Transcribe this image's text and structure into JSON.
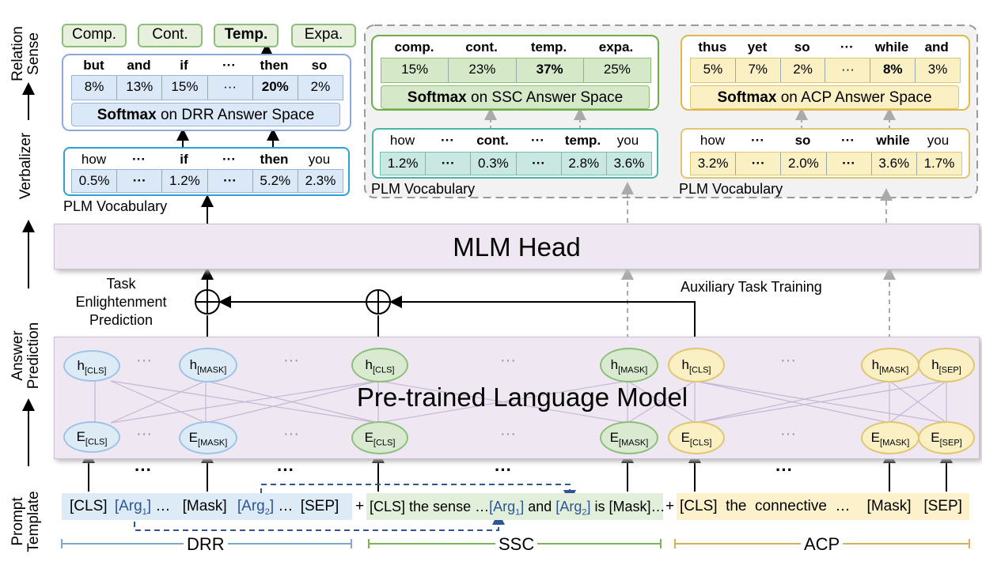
{
  "axis_labels": [
    "Relation Sense",
    "Verbalizer",
    "Answer Prediction",
    "Prompt Template"
  ],
  "relation_senses": [
    "Comp.",
    "Cont.",
    "Temp.",
    "Expa."
  ],
  "drr": {
    "answer_words": [
      "but",
      "and",
      "if",
      "···",
      "then",
      "so"
    ],
    "answer_probs": [
      "8%",
      "13%",
      "15%",
      "···",
      "20%",
      "2%"
    ],
    "softmax_bold": "Softmax",
    "softmax_rest": " on DRR Answer Space",
    "vocab_words": [
      "how",
      "···",
      "if",
      "···",
      "then",
      "you"
    ],
    "vocab_probs": [
      "0.5%",
      "···",
      "1.2%",
      "···",
      "5.2%",
      "2.3%"
    ],
    "vocab_label": "PLM Vocabulary"
  },
  "ssc": {
    "answer_words": [
      "comp.",
      "cont.",
      "temp.",
      "expa."
    ],
    "answer_probs": [
      "15%",
      "23%",
      "37%",
      "25%"
    ],
    "softmax_bold": "Softmax",
    "softmax_rest": " on SSC Answer Space",
    "vocab_words": [
      "how",
      "···",
      "cont.",
      "···",
      "temp.",
      "you"
    ],
    "vocab_probs": [
      "1.2%",
      "···",
      "0.3%",
      "···",
      "2.8%",
      "3.6%"
    ],
    "vocab_label": "PLM Vocabulary"
  },
  "acp": {
    "answer_words": [
      "thus",
      "yet",
      "so",
      "···",
      "while",
      "and"
    ],
    "answer_probs": [
      "5%",
      "7%",
      "2%",
      "···",
      "8%",
      "3%"
    ],
    "softmax_bold": "Softmax",
    "softmax_rest": " on ACP Answer Space",
    "vocab_words": [
      "how",
      "···",
      "so",
      "···",
      "while",
      "you"
    ],
    "vocab_probs": [
      "3.2%",
      "···",
      "2.0%",
      "···",
      "3.6%",
      "1.7%"
    ],
    "vocab_label": "PLM Vocabulary"
  },
  "mlm_head": "MLM Head",
  "plm_title": "Pre-trained Language Model",
  "task_enlightenment": "Task Enlightenment Prediction",
  "auxiliary": "Auxiliary Task Training",
  "hidden": {
    "h": "h",
    "cls": "[CLS]",
    "mask": "[MASK]",
    "sep": "[SEP]"
  },
  "embed": {
    "e": "E",
    "cls": "[CLS]",
    "mask": "[MASK]",
    "sep": "[SEP]"
  },
  "dots": "···",
  "drr_template": {
    "cls": "[CLS]",
    "arg": "Arg",
    "one": "1",
    "two": "2",
    "ell": " …",
    "mask": "[Mask]",
    "ell2": " …",
    "sep": "[SEP]"
  },
  "ssc_template": {
    "plus": "+",
    "pre": "[CLS] the sense …",
    "arg": "Arg",
    "one": "1",
    "two": "2",
    "and": " and ",
    "post": " is [Mask]…"
  },
  "acp_template": {
    "plus": "+",
    "text": "[CLS]  the  connective  …    [Mask]   [SEP]"
  },
  "bottom": [
    "DRR",
    "SSC",
    "ACP"
  ],
  "colors": {
    "blue": "#5b9bd5",
    "green": "#70ad47",
    "yellow": "#e0b94c",
    "purple": "#efe8f2"
  }
}
